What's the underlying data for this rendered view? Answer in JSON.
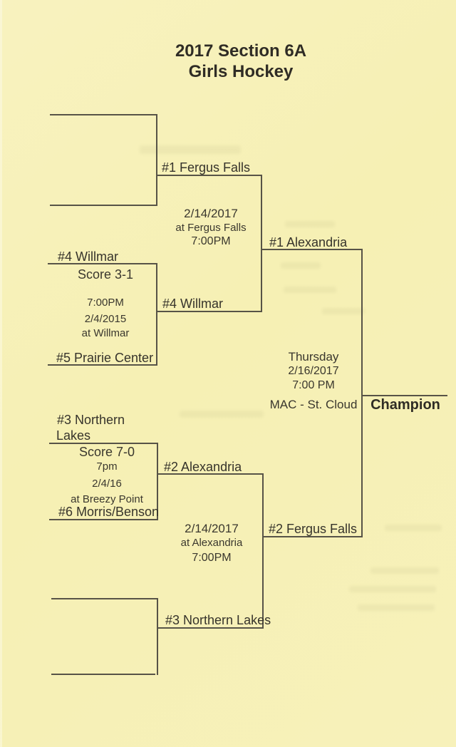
{
  "title": {
    "line1": "2017 Section 6A",
    "line2": "Girls Hockey"
  },
  "bracket": {
    "quarterfinals": [
      {
        "top_team": "",
        "bottom_team": ""
      },
      {
        "top_team": "#4 Willmar",
        "bottom_team": "#5 Prairie Center",
        "score": "Score 3-1",
        "time": "7:00PM",
        "date": "2/4/2015",
        "location": "at Willmar"
      },
      {
        "top_team_line1": "#3 Northern",
        "top_team_line2": "Lakes",
        "bottom_team": "#6 Morris/Benson",
        "score": "Score 7-0",
        "time": "7pm",
        "date": "2/4/16",
        "location": "at Breezy Point"
      },
      {
        "top_team": "",
        "bottom_team": ""
      }
    ],
    "semifinals": [
      {
        "top_entrant": "#1 Fergus Falls",
        "bottom_entrant": "#4 Willmar",
        "date": "2/14/2017",
        "location": "at Fergus Falls",
        "time": "7:00PM",
        "winner": "#1 Alexandria"
      },
      {
        "top_entrant": "#2 Alexandria",
        "bottom_entrant": "#3 Northern Lakes",
        "date": "2/14/2017",
        "location": "at Alexandria",
        "time": "7:00PM",
        "winner": "#2 Fergus Falls"
      }
    ],
    "final": {
      "day": "Thursday",
      "date": "2/16/2017",
      "time": "7:00 PM",
      "venue": "MAC - St. Cloud",
      "champion_label": "Champion"
    }
  },
  "colors": {
    "paper": "#f6f0b6",
    "line": "#575347",
    "ink": "#36332b"
  }
}
